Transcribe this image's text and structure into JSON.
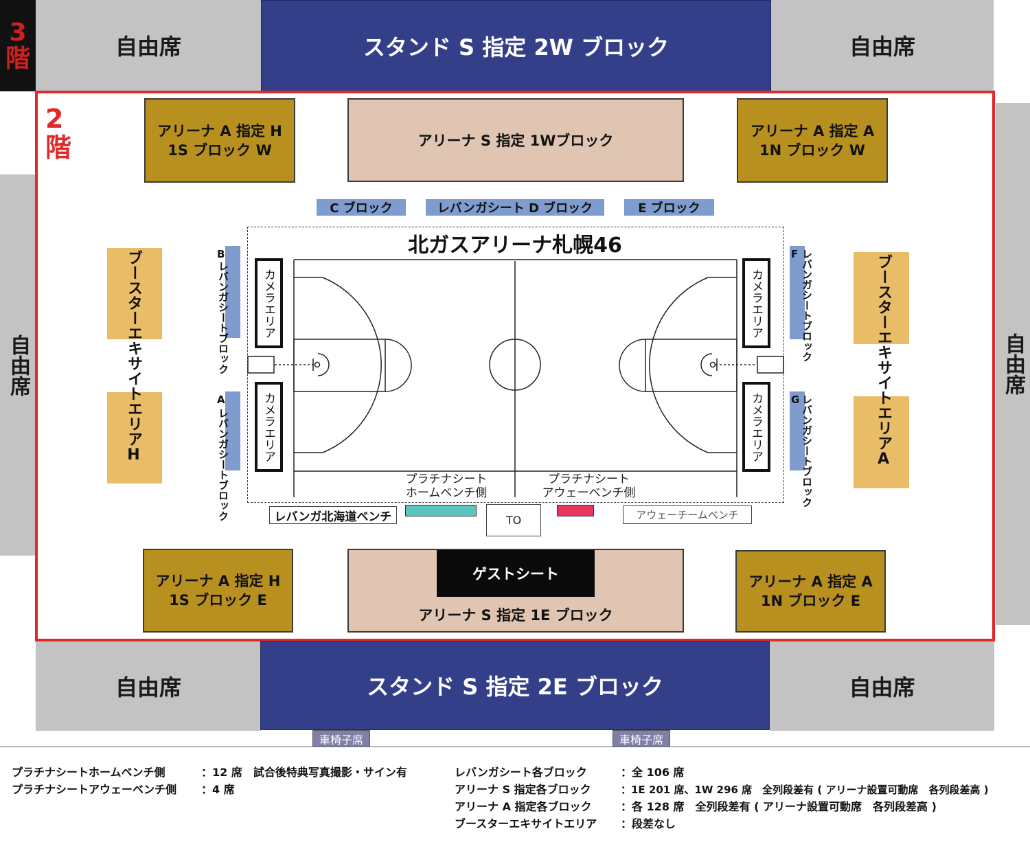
{
  "floor3": {
    "label": "3階",
    "color": "#d02020"
  },
  "floor2": {
    "label": "2階",
    "color": "#e02a2a"
  },
  "free_seat": "自由席",
  "stand_w": "スタンド S 指定 2W ブロック",
  "stand_e": "スタンド S 指定 2E ブロック",
  "arena_a_h_w": [
    "アリーナ A 指定 H",
    "1S ブロック W"
  ],
  "arena_a_a_w": [
    "アリーナ A 指定 A",
    "1N ブロック W"
  ],
  "arena_a_h_e": [
    "アリーナ A 指定 H",
    "1S ブロック E"
  ],
  "arena_a_a_e": [
    "アリーナ A 指定 A",
    "1N ブロック E"
  ],
  "arena_s_1w": "アリーナ S 指定 1Wブロック",
  "arena_s_1e": "アリーナ S 指定 1E ブロック",
  "guest_seat": "ゲストシート",
  "block_c": "C ブロック",
  "block_d": "レバンガシート D ブロック",
  "block_e": "E ブロック",
  "arena_name": "北ガスアリーナ札幌46",
  "lev_b": {
    "letter": "B",
    "text": "レバンガシートブロック"
  },
  "lev_a": {
    "letter": "A",
    "text": "レバンガシートブロック"
  },
  "lev_f": {
    "letter": "F",
    "text": "レバンガシートブロック"
  },
  "lev_g": {
    "letter": "G",
    "text": "レバンガシートブロック"
  },
  "camera_area": "カメラエリア",
  "booster_h": "ブースターエキサイトエリアH",
  "booster_a": "ブースターエキサイトエリアA",
  "platinum_home": [
    "プラチナシート",
    "ホームベンチ側"
  ],
  "platinum_away": [
    "プラチナシート",
    "アウェーベンチ側"
  ],
  "levanga_bench": "レバンガ北海道ベンチ",
  "to_label": "TO",
  "away_bench": "アウェーチームベンチ",
  "wheelchair": "車椅子席",
  "colors": {
    "navy": "#333f88",
    "gold": "#b8901f",
    "beige": "#e0c6b2",
    "blue": "#7f9ccf",
    "booster": "#e9bd68",
    "teal": "#5bc4bd",
    "pink": "#e6355e",
    "gray": "#c3c3c3"
  },
  "legend_left": [
    {
      "label": "プラチナシートホームベンチ側",
      "value": "：12 席　試合後特典写真撮影・サイン有"
    },
    {
      "label": "プラチナシートアウェーベンチ側",
      "value": "：4 席"
    }
  ],
  "legend_right": [
    {
      "label": "レバンガシート各ブロック",
      "value": "：全 106 席"
    },
    {
      "label": "アリーナ S 指定各ブロック",
      "value": "：1E 201 席、1W 296 席　全列段差有 ( アリーナ設置可動席　各列段差高 )"
    },
    {
      "label": "アリーナ A 指定各ブロック",
      "value": "：各 128 席　全列段差有 ( アリーナ設置可動席　各列段差高 )"
    },
    {
      "label": "ブースターエキサイトエリア",
      "value": "：段差なし"
    }
  ]
}
